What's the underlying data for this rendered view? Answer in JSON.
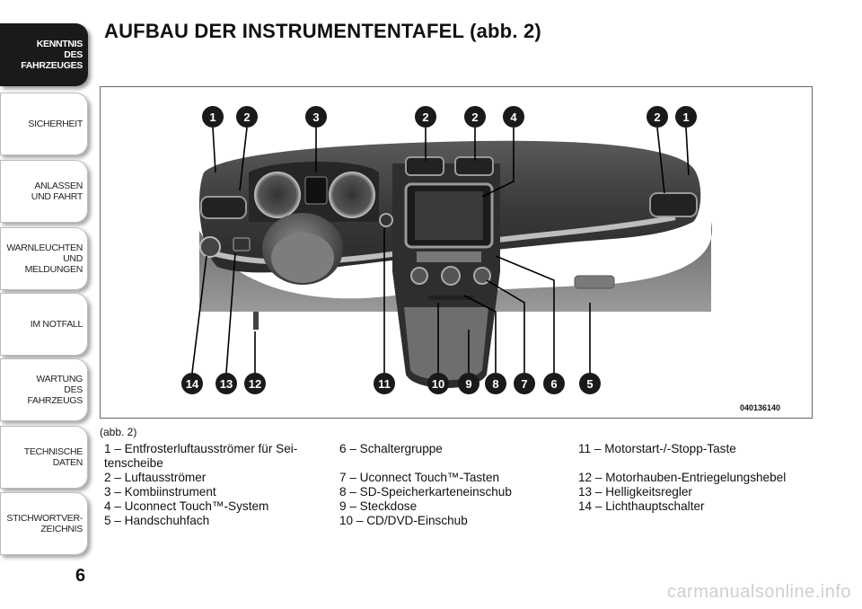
{
  "sidebar": {
    "tabs": [
      {
        "lines": [
          "KENNTNIS",
          "DES",
          "FAHRZEUGES"
        ],
        "active": true
      },
      {
        "lines": [
          "SICHERHEIT"
        ],
        "active": false
      },
      {
        "lines": [
          "ANLASSEN",
          "UND FAHRT"
        ],
        "active": false
      },
      {
        "lines": [
          "WARNLEUCHTEN",
          "UND",
          "MELDUNGEN"
        ],
        "active": false
      },
      {
        "lines": [
          "IM NOTFALL"
        ],
        "active": false
      },
      {
        "lines": [
          "WARTUNG",
          "DES",
          "FAHRZEUGS"
        ],
        "active": false
      },
      {
        "lines": [
          "TECHNISCHE",
          "DATEN"
        ],
        "active": false
      },
      {
        "lines": [
          "STICHWORTVER-",
          "ZEICHNIS"
        ],
        "active": false
      }
    ]
  },
  "page_number": "6",
  "title": "AUFBAU DER INSTRUMENTENTAFEL (abb.  2)",
  "figure": {
    "code": "040136140",
    "caption": "(abb. 2)",
    "top_callouts": [
      "1",
      "2",
      "3",
      "2",
      "2",
      "4",
      "2",
      "1"
    ],
    "bottom_callouts": [
      "14",
      "13",
      "12",
      "11",
      "10",
      "9",
      "8",
      "7",
      "6",
      "5"
    ]
  },
  "legend": {
    "col1": [
      "1 – Entfrosterluftausströmer für Sei-",
      "tenscheibe",
      "2 – Luftausströmer",
      "3 – Kombiinstrument",
      "4 – Uconnect Touch™-System",
      "5 – Handschuhfach"
    ],
    "col2": [
      "6 – Schaltergruppe",
      "",
      "7 – Uconnect Touch™-Tasten",
      "8 – SD-Speicherkarteneinschub",
      "9 – Steckdose",
      "10 – CD/DVD-Einschub"
    ],
    "col3": [
      "11 – Motorstart-/-Stopp-Taste",
      "",
      "12 – Motorhauben-Entriegelungshebel",
      "13 – Helligkeitsregler",
      "14 – Lichthauptschalter"
    ]
  },
  "watermark": "carmanualsonline.info"
}
